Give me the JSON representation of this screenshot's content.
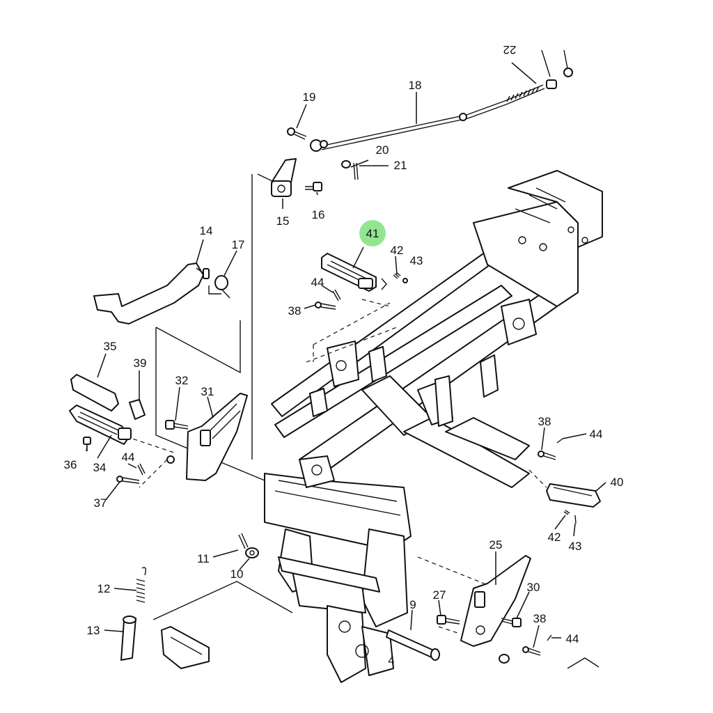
{
  "diagram": {
    "highlight_color": "#7fe27f",
    "callouts": [
      {
        "id": "c22",
        "text": "22"
      },
      {
        "id": "c18",
        "text": "18"
      },
      {
        "id": "c19",
        "text": "19"
      },
      {
        "id": "c20",
        "text": "20"
      },
      {
        "id": "c21",
        "text": "21"
      },
      {
        "id": "c16",
        "text": "16"
      },
      {
        "id": "c15",
        "text": "15"
      },
      {
        "id": "c14",
        "text": "14"
      },
      {
        "id": "c17",
        "text": "17"
      },
      {
        "id": "c41",
        "text": "41"
      },
      {
        "id": "c42a",
        "text": "42"
      },
      {
        "id": "c43a",
        "text": "43"
      },
      {
        "id": "c44a",
        "text": "44"
      },
      {
        "id": "c38a",
        "text": "38"
      },
      {
        "id": "c35",
        "text": "35"
      },
      {
        "id": "c39",
        "text": "39"
      },
      {
        "id": "c32",
        "text": "32"
      },
      {
        "id": "c31",
        "text": "31"
      },
      {
        "id": "c36",
        "text": "36"
      },
      {
        "id": "c34",
        "text": "34"
      },
      {
        "id": "c44b",
        "text": "44"
      },
      {
        "id": "c37",
        "text": "37"
      },
      {
        "id": "c38b",
        "text": "38"
      },
      {
        "id": "c44c",
        "text": "44"
      },
      {
        "id": "c40",
        "text": "40"
      },
      {
        "id": "c42b",
        "text": "42"
      },
      {
        "id": "c43b",
        "text": "43"
      },
      {
        "id": "c11",
        "text": "11"
      },
      {
        "id": "c10",
        "text": "10"
      },
      {
        "id": "c12",
        "text": "12"
      },
      {
        "id": "c13",
        "text": "13"
      },
      {
        "id": "c25",
        "text": "25"
      },
      {
        "id": "c30",
        "text": "30"
      },
      {
        "id": "c27",
        "text": "27"
      },
      {
        "id": "c9",
        "text": "9"
      },
      {
        "id": "c38c",
        "text": "38"
      },
      {
        "id": "c44d",
        "text": "44"
      },
      {
        "id": "c4",
        "text": "4"
      }
    ]
  }
}
